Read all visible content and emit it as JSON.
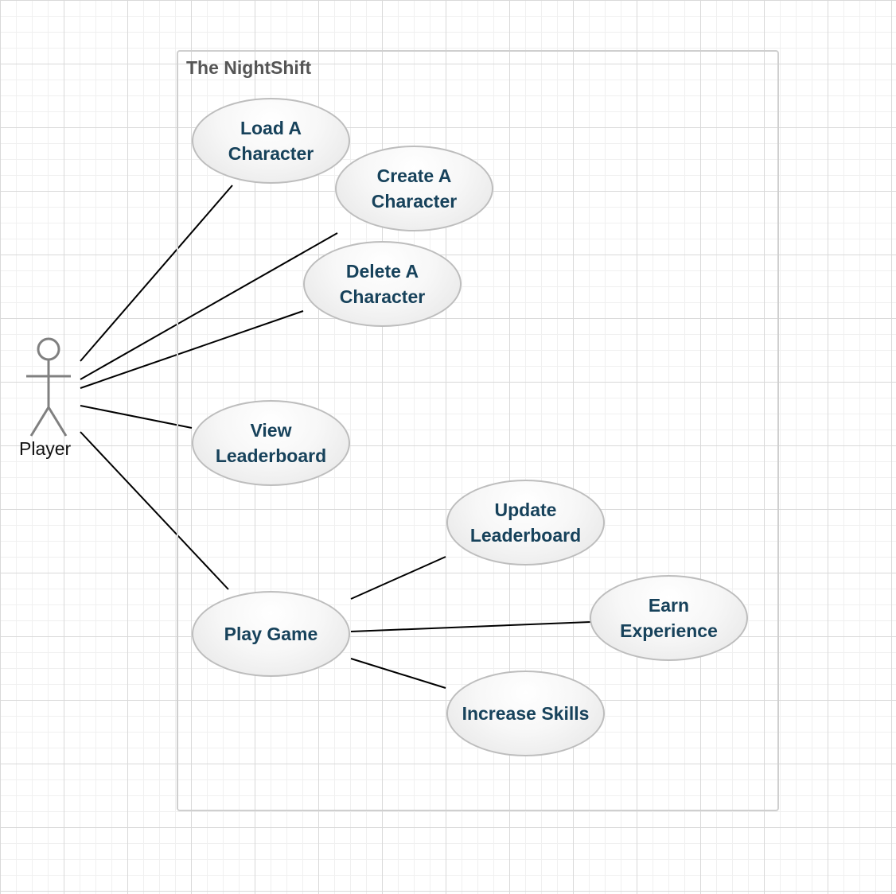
{
  "system": {
    "title": "The NightShift"
  },
  "actor": {
    "label": "Player"
  },
  "use_cases": {
    "load": "Load A\nCharacter",
    "create": "Create A\nCharacter",
    "delete": "Delete A\nCharacter",
    "view": "View\nLeaderboard",
    "update": "Update\nLeaderboard",
    "earn": "Earn\nExperience",
    "play": "Play Game",
    "skills": "Increase Skills"
  },
  "colors": {
    "use_case_text": "#17425b",
    "boundary": "#cfcfcf",
    "connector": "#000000",
    "actor": "#808080"
  }
}
